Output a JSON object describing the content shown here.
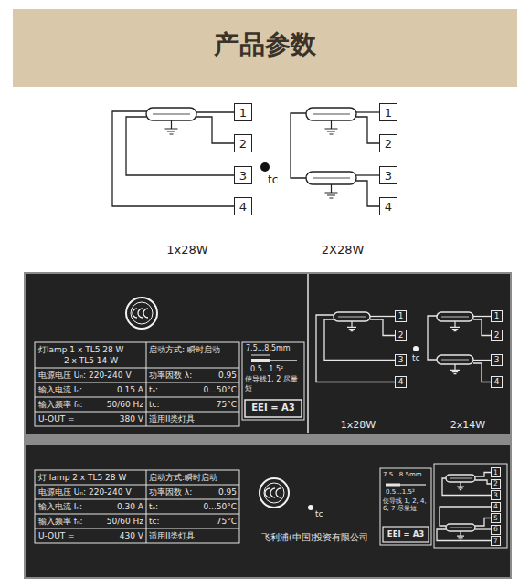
{
  "diagram": {
    "title": "产品参数",
    "nodes": [
      {
        "text": [
          "1"
        ]
      },
      {
        "text": [
          "2"
        ]
      },
      {
        "text": [
          "3"
        ]
      },
      {
        "text": [
          "4"
        ]
      },
      {
        "text": [
          "1"
        ]
      },
      {
        "text": [
          "2"
        ]
      },
      {
        "text": [
          "3"
        ]
      },
      {
        "text": [
          "4"
        ]
      },
      {
        "text": [
          "1"
        ]
      },
      {
        "text": [
          "2"
        ]
      },
      {
        "text": [
          "3"
        ]
      },
      {
        "text": [
          "4"
        ]
      },
      {
        "text": [
          "1"
        ]
      },
      {
        "text": [
          "2"
        ]
      },
      {
        "text": [
          "3"
        ]
      },
      {
        "text": [
          "4"
        ]
      },
      {
        "text": [
          "1"
        ]
      },
      {
        "text": [
          "2"
        ]
      },
      {
        "text": [
          "3"
        ]
      },
      {
        "text": [
          "4"
        ]
      },
      {
        "text": [
          "5"
        ]
      },
      {
        "text": [
          "6"
        ]
      },
      {
        "text": [
          "7"
        ]
      }
    ],
    "labels": [
      "1x28W",
      "2X28W",
      "tc",
      "灯lamp 1 x TL5 28 W",
      "2 x TL5 14 W",
      "启动方式: 瞬时启动",
      "电源电压 Uₙ: 220-240 V",
      "功率因数 λ:",
      "0.95",
      "输入电流 Iₙ:",
      "0.15 A",
      "tₐ:",
      "0...50°C",
      "输入频率 fₙ:",
      "50/60 Hz",
      "tc:",
      "75°C",
      "U-OUT =",
      "380 V",
      "适用II类灯具",
      "7.5...8.5mm",
      "0.5...1.5²",
      "使导线1, 2 尽量短",
      "EEI = A3",
      "tc",
      "1x28W",
      "2x14W",
      "灯 lamp 2 x TL5 28 W",
      "启动方式:瞬时启动",
      "电源电压 Uₙ: 220-240 V",
      "功率因数 λ:",
      "0.95",
      "输入电流 Iₙ:",
      "0.30 A",
      "tₐ:",
      "0...50°C",
      "输入频率 fₙ:",
      "50/60 Hz",
      "tc:",
      "75°C",
      "U-OUT =",
      "430 V",
      "适用II类灯具",
      "tc",
      "飞利浦(中国)投资有限公司",
      "7.5...8.5mm",
      "0.5...1.5²",
      "使导线 1, 2, 4, 6, 7 尽量短",
      "EEI = A3"
    ]
  }
}
